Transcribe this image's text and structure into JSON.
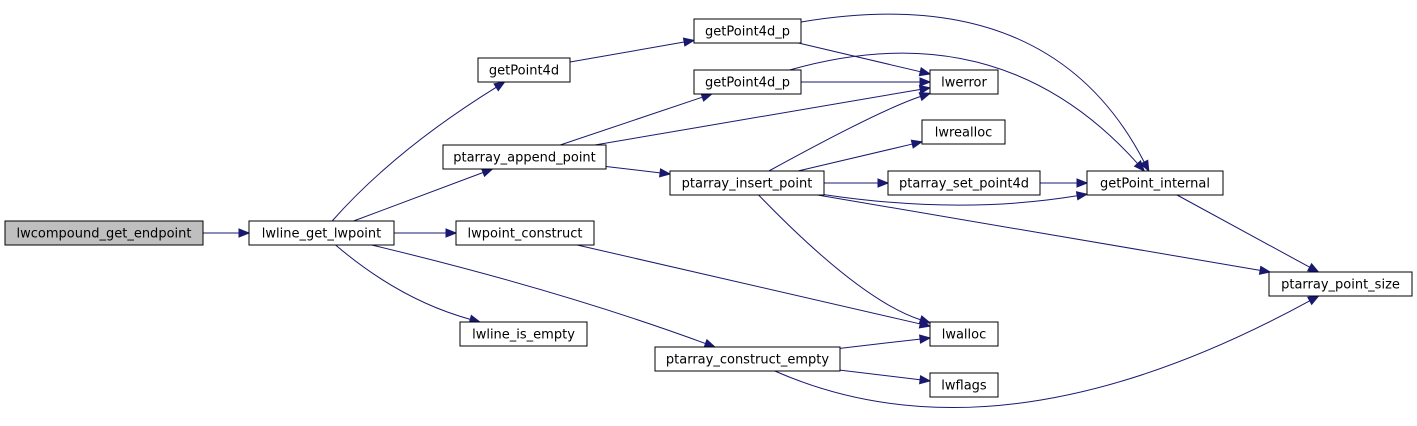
{
  "graph": {
    "edge_color": "#191970",
    "root_fill": "#bfbfbf",
    "node_fill": "#ffffff",
    "nodes": [
      {
        "id": "lwcompound_get_endpoint",
        "label": "lwcompound_get_endpoint",
        "root": true
      },
      {
        "id": "lwline_get_lwpoint",
        "label": "lwline_get_lwpoint"
      },
      {
        "id": "getPoint4d",
        "label": "getPoint4d"
      },
      {
        "id": "ptarray_append_point",
        "label": "ptarray_append_point"
      },
      {
        "id": "lwpoint_construct",
        "label": "lwpoint_construct"
      },
      {
        "id": "lwline_is_empty",
        "label": "lwline_is_empty"
      },
      {
        "id": "getPoint4d_p_a",
        "label": "getPoint4d_p"
      },
      {
        "id": "getPoint4d_p_b",
        "label": "getPoint4d_p"
      },
      {
        "id": "ptarray_insert_point",
        "label": "ptarray_insert_point"
      },
      {
        "id": "ptarray_construct_empty",
        "label": "ptarray_construct_empty"
      },
      {
        "id": "lwerror",
        "label": "lwerror"
      },
      {
        "id": "lwrealloc",
        "label": "lwrealloc"
      },
      {
        "id": "ptarray_set_point4d",
        "label": "ptarray_set_point4d"
      },
      {
        "id": "lwalloc",
        "label": "lwalloc"
      },
      {
        "id": "lwflags",
        "label": "lwflags"
      },
      {
        "id": "getPoint_internal",
        "label": "getPoint_internal"
      },
      {
        "id": "ptarray_point_size",
        "label": "ptarray_point_size"
      }
    ],
    "edges": [
      {
        "from": "lwcompound_get_endpoint",
        "to": "lwline_get_lwpoint"
      },
      {
        "from": "lwline_get_lwpoint",
        "to": "getPoint4d"
      },
      {
        "from": "lwline_get_lwpoint",
        "to": "ptarray_append_point"
      },
      {
        "from": "lwline_get_lwpoint",
        "to": "lwpoint_construct"
      },
      {
        "from": "lwline_get_lwpoint",
        "to": "lwline_is_empty"
      },
      {
        "from": "lwline_get_lwpoint",
        "to": "ptarray_construct_empty"
      },
      {
        "from": "getPoint4d",
        "to": "getPoint4d_p_a"
      },
      {
        "from": "getPoint4d_p_a",
        "to": "lwerror"
      },
      {
        "from": "getPoint4d_p_a",
        "to": "getPoint_internal"
      },
      {
        "from": "ptarray_append_point",
        "to": "getPoint4d_p_b"
      },
      {
        "from": "ptarray_append_point",
        "to": "lwerror"
      },
      {
        "from": "ptarray_append_point",
        "to": "ptarray_insert_point"
      },
      {
        "from": "getPoint4d_p_b",
        "to": "lwerror"
      },
      {
        "from": "getPoint4d_p_b",
        "to": "getPoint_internal"
      },
      {
        "from": "ptarray_insert_point",
        "to": "lwerror"
      },
      {
        "from": "ptarray_insert_point",
        "to": "lwrealloc"
      },
      {
        "from": "ptarray_insert_point",
        "to": "ptarray_set_point4d"
      },
      {
        "from": "ptarray_insert_point",
        "to": "getPoint_internal"
      },
      {
        "from": "ptarray_insert_point",
        "to": "ptarray_point_size"
      },
      {
        "from": "ptarray_insert_point",
        "to": "lwalloc"
      },
      {
        "from": "ptarray_set_point4d",
        "to": "getPoint_internal"
      },
      {
        "from": "getPoint_internal",
        "to": "ptarray_point_size"
      },
      {
        "from": "lwpoint_construct",
        "to": "lwalloc"
      },
      {
        "from": "ptarray_construct_empty",
        "to": "lwalloc"
      },
      {
        "from": "ptarray_construct_empty",
        "to": "lwflags"
      },
      {
        "from": "ptarray_construct_empty",
        "to": "ptarray_point_size"
      }
    ]
  }
}
